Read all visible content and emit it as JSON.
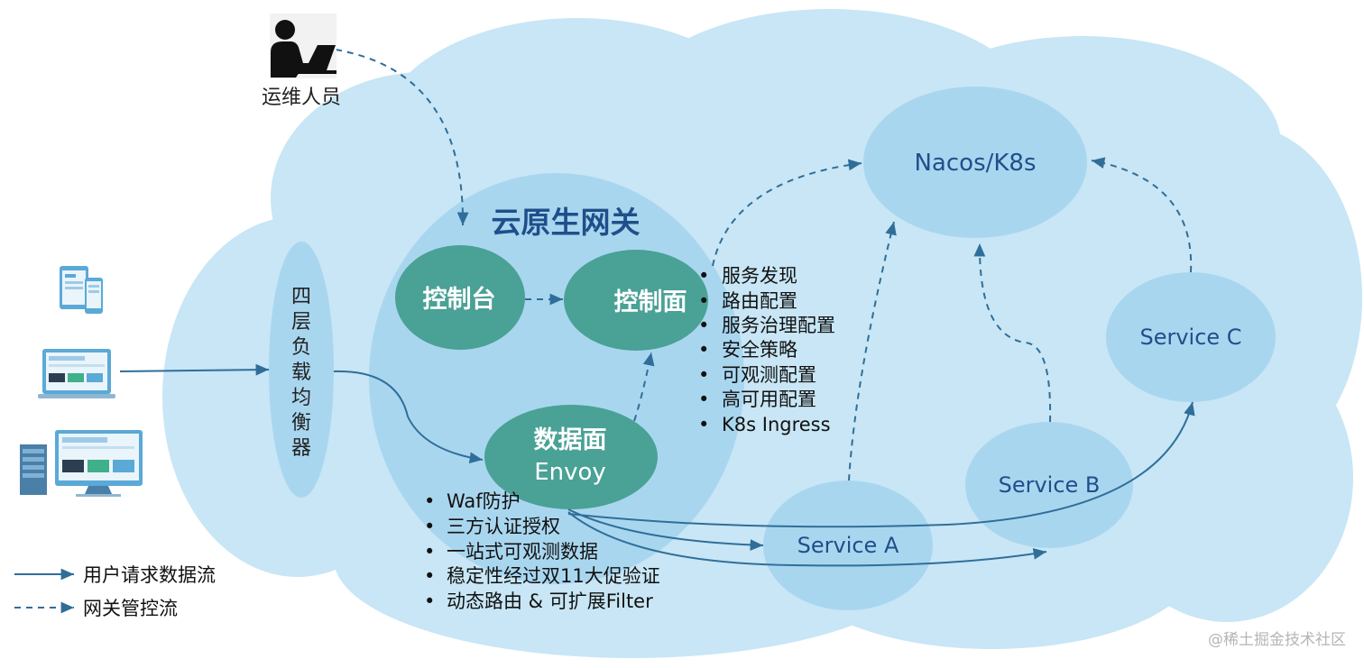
{
  "operator": {
    "label": "运维人员"
  },
  "gateway": {
    "title": "云原生网关"
  },
  "load_balancer": {
    "label": [
      "四",
      "层",
      "负",
      "载",
      "均",
      "衡",
      "器"
    ]
  },
  "console": {
    "label": "控制台"
  },
  "control_plane": {
    "label": "控制面",
    "features": [
      "服务发现",
      "路由配置",
      "服务治理配置",
      "安全策略",
      "可观测配置",
      "高可用配置",
      "K8s Ingress"
    ]
  },
  "data_plane": {
    "label": "数据面",
    "sublabel": "Envoy",
    "features": [
      "Waf防护",
      "三方认证授权",
      "一站式可观测数据",
      "稳定性经过双11大促验证",
      "动态路由 & 可扩展Filter"
    ]
  },
  "registry": {
    "label": "Nacos/K8s"
  },
  "services": {
    "a": "Service A",
    "b": "Service B",
    "c": "Service C"
  },
  "legend": {
    "request_flow": "用户请求数据流",
    "control_flow": "网关管控流"
  },
  "watermark": "@稀土掘金技术社区",
  "colors": {
    "cloud": "#c8e6f5",
    "bubble": "#a9d6ef",
    "teal": "#4aa196",
    "line": "#2f6e99",
    "title": "#1f4f8a",
    "service_text": "#1f4f8a"
  }
}
